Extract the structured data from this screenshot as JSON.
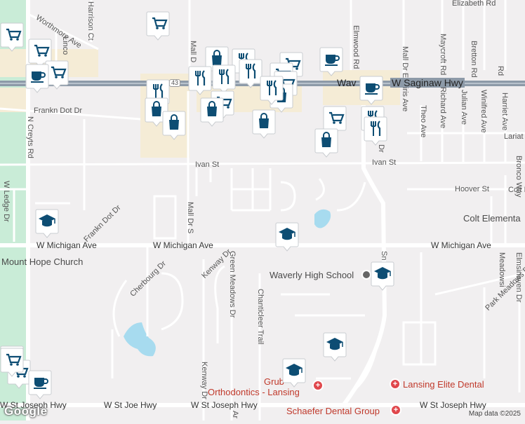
{
  "map": {
    "streets": {
      "elizabeth_rd": "Elizabeth Rd",
      "worthmore_ave": "Worthmore Ave",
      "harrison_ct": "Harrison Ct",
      "linco": "Linco",
      "mall_dr_n": "Mall D",
      "elmwood_rd": "Elmwood Rd",
      "mall_dr_e": "Mall Dr E",
      "iris_ave": "iris Ave",
      "richard_ave": "Richard Ave",
      "maycroft_rd": "Maycroft Rd",
      "julian_ave": "Julian Ave",
      "bretton_rd": "Bretton Rd",
      "winifred_ave": "Winifred Ave",
      "harriet_ave": "Harriet Ave",
      "rd_top_right": "Rd",
      "saginaw_left": "Wav",
      "saginaw_hwy": "W Saginaw Hwy",
      "route_43": "43",
      "frankn_dot_dr": "Frankn Dot Dr",
      "n_creyts_rd": "N Creyts Rd",
      "theo_ave": "Theo Ave",
      "dr_short": "Dr",
      "lariat": "Lariat",
      "ivan_st_left": "Ivan St",
      "ivan_st_right": "Ivan St",
      "w_ledge_dr": "W Ledge Dr",
      "frankn_dot_dr_2": "Frankn Dot Dr",
      "mall_dr_s": "Mall Dr S",
      "hoover_st": "Hoover St",
      "colt_r": "Colt R",
      "bronco_way": "Bronco Way",
      "w_michigan_left": "W Michigan Ave",
      "w_michigan_mid": "W Michigan Ave",
      "w_michigan_right": "W Michigan Ave",
      "cherbourg_dr": "Cherbourg Dr",
      "kenway_dr": "Kenway Dr",
      "green_meadows_dr": "Green Meadows Dr",
      "chanticleer_trail": "Chanticleer Trail",
      "kenway_dr_2": "Kenway Dr",
      "park_meadows_dr": "Park Meadows Dr",
      "elmsinaven_dr": "Elmsinaven Dr",
      "meadowsi": "Meadowsi",
      "sn": "Sn",
      "st_joseph_left": "W St Joseph Hwy",
      "st_joe": "W St Joe Hwy",
      "st_joseph_mid": "W St Joseph Hwy",
      "st_joseph_right": "W St Joseph Hwy",
      "ar": "Ar"
    },
    "places": {
      "colt_elementary": "Colt Elementa",
      "mount_hope_church": "Mount Hope Church",
      "waverly_high_school": "Waverly High School",
      "grub": "Grub",
      "orthodontics": "Orthodontics - Lansing",
      "lansing_elite_dental": "Lansing Elite Dental",
      "schaefer_dental": "Schaefer Dental Group"
    },
    "attribution": "Map data ©2025",
    "logo": "Google",
    "colors": {
      "background": "#f1eff0",
      "park": "#c9ecd7",
      "commercial": "#f5ecd6",
      "water": "#a7dbef",
      "road": "#ffffff",
      "highway": "#8d9aa8",
      "marker": "#0d4d73",
      "pin": "#e0474c"
    },
    "markers": [
      {
        "type": "shopping-cart-icon"
      },
      {
        "type": "shopping-cart-icon"
      },
      {
        "type": "shopping-cart-icon"
      },
      {
        "type": "shopping-bag-icon"
      },
      {
        "type": "restaurant-icon"
      },
      {
        "type": "shopping-cart-icon"
      },
      {
        "type": "coffee-cup-icon"
      },
      {
        "type": "shopping-cart-icon"
      },
      {
        "type": "coffee-cup-icon"
      },
      {
        "type": "restaurant-icon"
      },
      {
        "type": "restaurant-icon"
      },
      {
        "type": "restaurant-icon"
      },
      {
        "type": "shopping-cart-icon"
      },
      {
        "type": "shopping-cart-icon"
      },
      {
        "type": "restaurant-icon"
      },
      {
        "type": "shopping-bag-icon"
      },
      {
        "type": "coffee-cup-icon"
      },
      {
        "type": "restaurant-icon"
      },
      {
        "type": "shopping-bag-icon"
      },
      {
        "type": "shopping-cart-icon"
      },
      {
        "type": "shopping-bag-icon"
      },
      {
        "type": "shopping-bag-icon"
      },
      {
        "type": "shopping-bag-icon"
      },
      {
        "type": "shopping-cart-icon"
      },
      {
        "type": "shopping-bag-icon"
      },
      {
        "type": "restaurant-icon"
      },
      {
        "type": "restaurant-icon"
      },
      {
        "type": "school-icon"
      },
      {
        "type": "school-icon"
      },
      {
        "type": "school-icon"
      },
      {
        "type": "school-icon"
      },
      {
        "type": "school-icon"
      },
      {
        "type": "shopping-cart-icon"
      },
      {
        "type": "shopping-cart-icon"
      },
      {
        "type": "coffee-cup-icon"
      },
      {
        "type": "shopping-cart-icon"
      }
    ]
  }
}
